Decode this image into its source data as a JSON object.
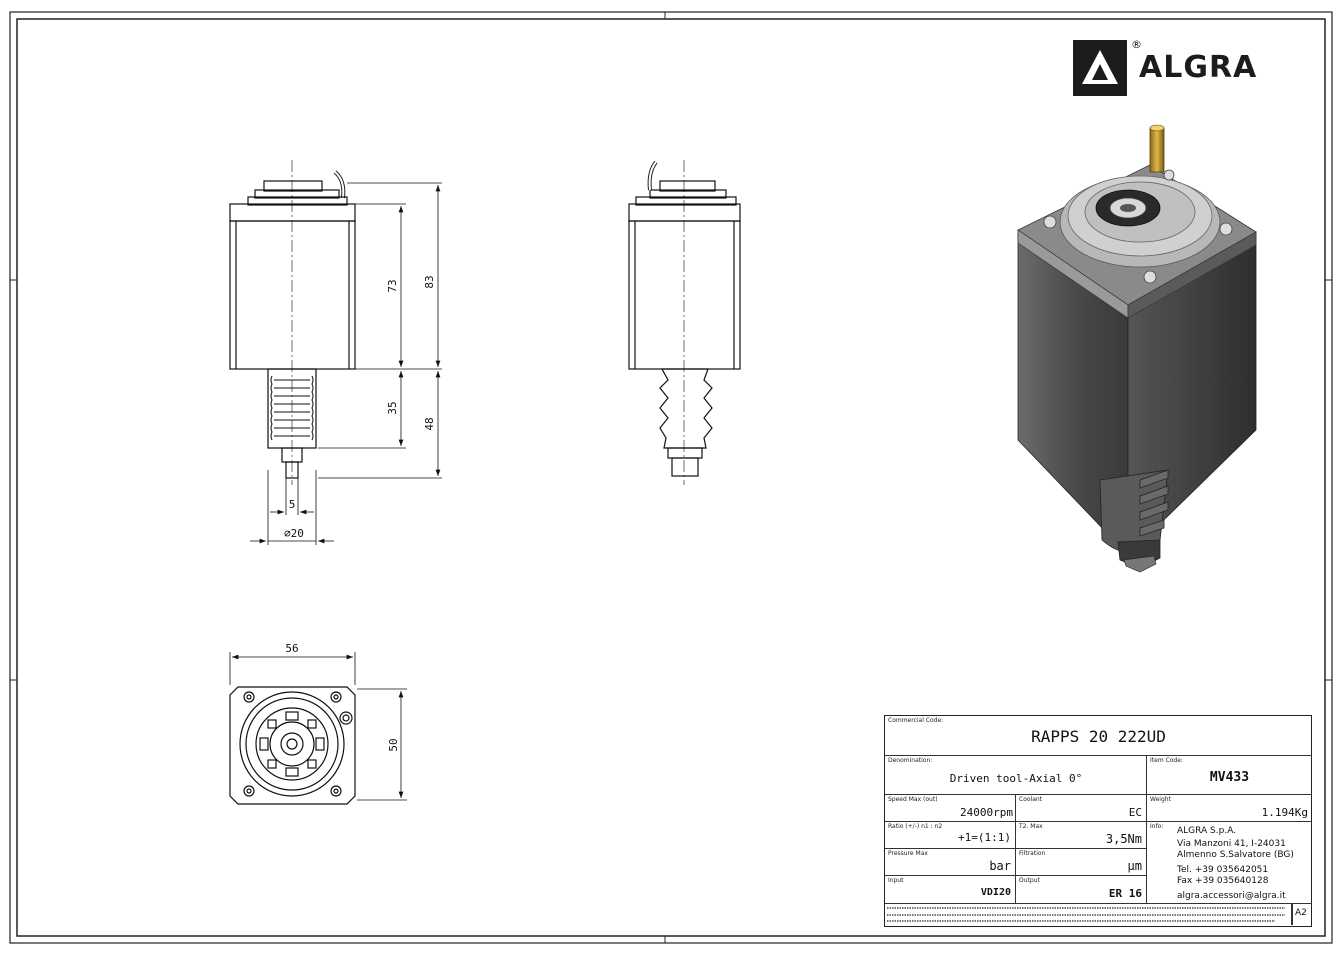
{
  "brand": {
    "name": "ALGRA",
    "registered": "®"
  },
  "dimensions": {
    "front_83": "83",
    "front_73": "73",
    "front_48": "48",
    "front_35": "35",
    "front_5": "5",
    "front_dia": "∅20",
    "bottom_56": "56",
    "bottom_50": "50"
  },
  "title_block": {
    "commercial_code": {
      "label": "Commercial Code:",
      "value": "RAPPS 20 222UD"
    },
    "denomination": {
      "label": "Denomination:",
      "value": "Driven tool-Axial 0°"
    },
    "item_code": {
      "label": "Item Code:",
      "value": "MV433"
    },
    "speed_max": {
      "label": "Speed Max (out)",
      "value": "24000rpm"
    },
    "coolant": {
      "label": "Coolant",
      "value": "EC"
    },
    "weight": {
      "label": "Weight",
      "value": "1.194Kg"
    },
    "ratio": {
      "label": "Ratio (+/-) n1 : n2",
      "value": "+1=(1:1)"
    },
    "torque_max": {
      "label": "T2. Max",
      "value": "3,5Nm"
    },
    "info": {
      "label": "Info:",
      "lines": [
        "ALGRA S.p.A.",
        "Via Manzoni 41, I-24031",
        "Almenno S.Salvatore (BG)",
        "Tel. +39 035642051",
        "Fax +39 035640128",
        "algra.accessori@algra.it"
      ]
    },
    "pressure_max": {
      "label": "Pressure Max",
      "value": "bar"
    },
    "filtration": {
      "label": "Filtration",
      "value": "µm"
    },
    "input": {
      "label": "Input",
      "value": "VDI20"
    },
    "output": {
      "label": "Output",
      "value": "ER 16"
    },
    "sheet_size": "A2"
  }
}
